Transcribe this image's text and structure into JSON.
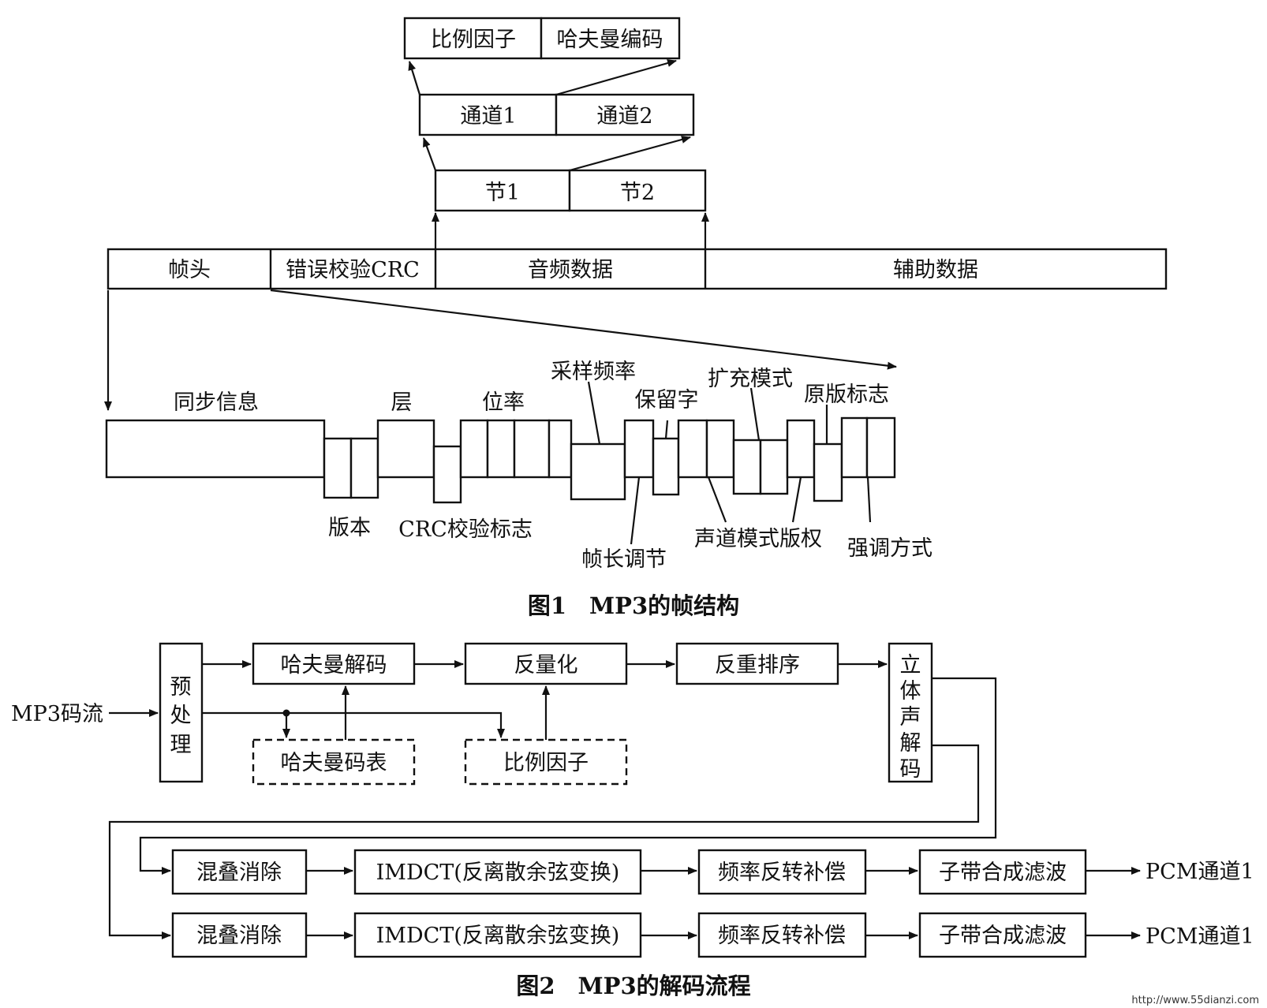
{
  "figure1": {
    "caption": "图1　MP3的帧结构",
    "top_row": {
      "scale_factor": "比例因子",
      "huffman_code": "哈夫曼编码"
    },
    "channel_row": {
      "channel1": "通道1",
      "channel2": "通道2"
    },
    "section_row": {
      "section1": "节1",
      "section2": "节2"
    },
    "frame_row": {
      "header": "帧头",
      "crc": "错误校验CRC",
      "audio": "音频数据",
      "aux": "辅助数据"
    },
    "header_fields": {
      "sync": "同步信息",
      "layer": "层",
      "bitrate": "位率",
      "sample_rate": "采样频率",
      "reserved": "保留字",
      "mode_ext": "扩充模式",
      "original": "原版标志",
      "version": "版本",
      "crc_flag": "CRC校验标志",
      "padding": "帧长调节",
      "channel_mode_copyright": "声道模式版权",
      "emphasis": "强调方式"
    }
  },
  "figure2": {
    "caption": "图2　MP3的解码流程",
    "input": "MP3码流",
    "preprocess": "预处理",
    "huffman_decode": "哈夫曼解码",
    "dequantize": "反量化",
    "reorder": "反重排序",
    "stereo_decode": "立体声解码",
    "huffman_table": "哈夫曼码表",
    "scale_factor": "比例因子",
    "row1": {
      "alias": "混叠消除",
      "imdct": "IMDCT(反离散余弦变换)",
      "freq_inv": "频率反转补偿",
      "subband": "子带合成滤波",
      "out": "PCM通道1"
    },
    "row2": {
      "alias": "混叠消除",
      "imdct": "IMDCT(反离散余弦变换)",
      "freq_inv": "频率反转补偿",
      "subband": "子带合成滤波",
      "out": "PCM通道1"
    }
  },
  "watermark": "http://www.55dianzi.com"
}
